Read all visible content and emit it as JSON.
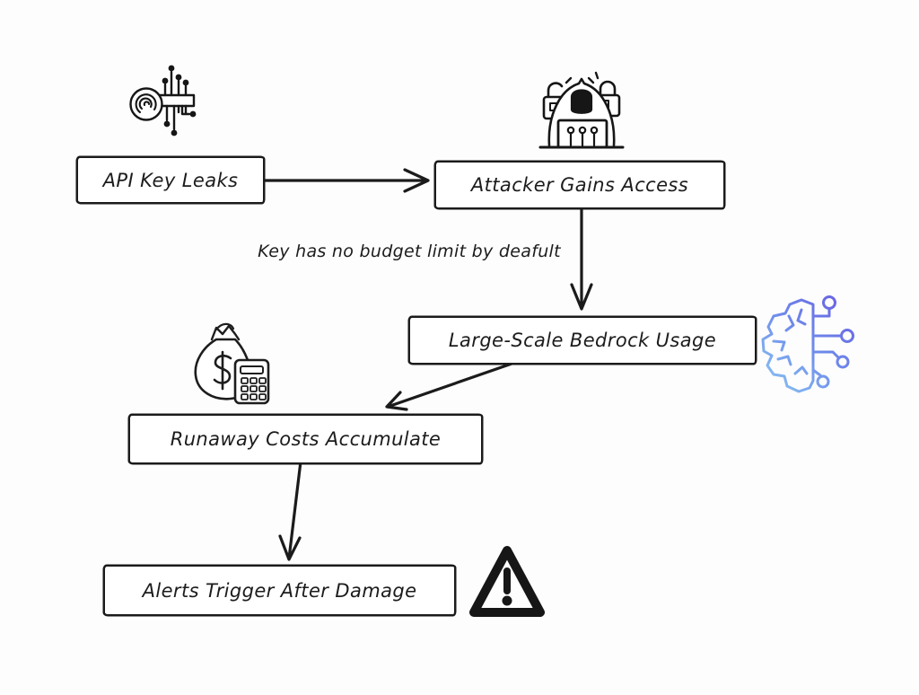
{
  "diagram": {
    "background": "#fdfdfd",
    "ink": "#1b1b1b",
    "nodes": [
      {
        "id": "api-key-leaks",
        "label": "API Key Leaks"
      },
      {
        "id": "attacker-gains-access",
        "label": "Attacker Gains Access"
      },
      {
        "id": "large-scale-bedrock-usage",
        "label": "Large-Scale Bedrock Usage"
      },
      {
        "id": "runaway-costs-accumulate",
        "label": "Runaway Costs Accumulate"
      },
      {
        "id": "alerts-trigger-after-damage",
        "label": "Alerts Trigger After Damage"
      }
    ],
    "annotations": [
      {
        "id": "budget-note",
        "text": "Key has no budget limit by deafult"
      }
    ],
    "icons": [
      {
        "name": "fingerprint-key-circuit-icon",
        "depicts": "fingerprint key with circuit traces (API key)"
      },
      {
        "name": "hacker-laptop-padlocks-icon",
        "depicts": "hooded attacker at laptop between open and closed padlocks"
      },
      {
        "name": "money-bag-calculator-icon",
        "depicts": "money bag with dollar sign and calculator"
      },
      {
        "name": "brain-circuit-icon",
        "depicts": "AI brain with circuit nodes (Bedrock)"
      },
      {
        "name": "warning-triangle-icon",
        "depicts": "warning alert triangle with exclamation mark"
      }
    ],
    "colors": {
      "brain_gradient_start": "#8ecdf4",
      "brain_gradient_mid": "#6f8ceb",
      "brain_gradient_end": "#6758e0"
    }
  }
}
